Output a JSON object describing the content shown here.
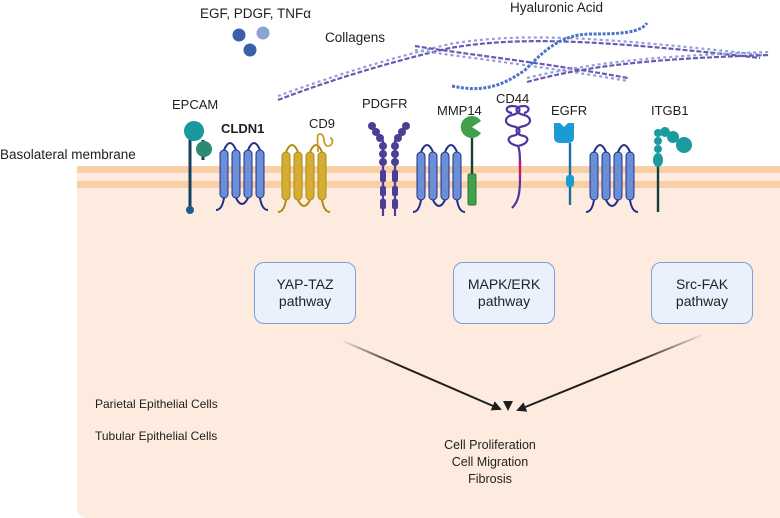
{
  "ligands": {
    "growth_factors_label": "EGF, PDGF, TNFα",
    "collagens_label": "Collagens",
    "hyaluronic_acid_label": "Hyaluronic Acid"
  },
  "membrane": {
    "label": "Basolateral membrane"
  },
  "proteins": [
    {
      "id": "epcam",
      "label": "EPCAM"
    },
    {
      "id": "cldn1",
      "label": "CLDN1"
    },
    {
      "id": "cd9",
      "label": "CD9"
    },
    {
      "id": "pdgfr",
      "label": "PDGFR"
    },
    {
      "id": "mmp14",
      "label": "MMP14"
    },
    {
      "id": "cd44",
      "label": "CD44"
    },
    {
      "id": "egfr",
      "label": "EGFR"
    },
    {
      "id": "itgb1",
      "label": "ITGB1"
    }
  ],
  "pathways": [
    {
      "line1": "YAP-TAZ",
      "line2": "pathway"
    },
    {
      "line1": "MAPK/ERK",
      "line2": "pathway"
    },
    {
      "line1": "Src-FAK",
      "line2": "pathway"
    }
  ],
  "cell_types": [
    "Parietal Epithelial Cells",
    "Tubular Epithelial Cells"
  ],
  "outcomes": [
    "Cell Proliferation",
    "Cell Migration",
    "Fibrosis"
  ],
  "colors": {
    "cytoplasm": "#fdebdf",
    "membrane_band": "#f8cfa6",
    "claudin_blue": "#6b8fd6",
    "cd9_gold": "#d4ad33",
    "pdgfr_purple": "#4a3f94",
    "mmp14_green": "#3fa14a",
    "egfr_cyan": "#1b9bd1",
    "integrin_teal": "#1a9ba0",
    "pathway_box_fill": "#eaf1fc",
    "pathway_box_border": "#7d9fdb"
  }
}
